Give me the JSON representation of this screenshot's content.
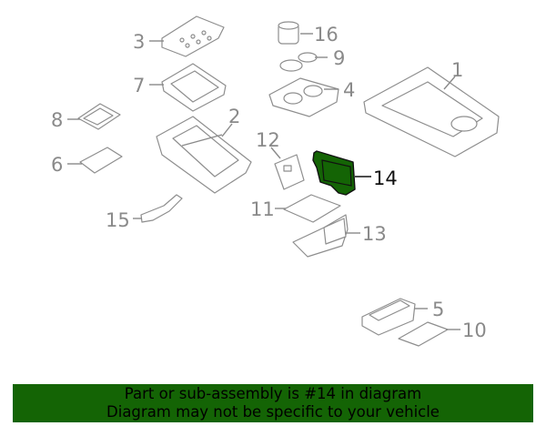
{
  "diagram": {
    "highlight_color": "#146405",
    "callouts": [
      {
        "id": "1",
        "label": "1"
      },
      {
        "id": "2",
        "label": "2"
      },
      {
        "id": "3",
        "label": "3"
      },
      {
        "id": "4",
        "label": "4"
      },
      {
        "id": "5",
        "label": "5"
      },
      {
        "id": "6",
        "label": "6"
      },
      {
        "id": "7",
        "label": "7"
      },
      {
        "id": "8",
        "label": "8"
      },
      {
        "id": "9",
        "label": "9"
      },
      {
        "id": "10",
        "label": "10"
      },
      {
        "id": "11",
        "label": "11"
      },
      {
        "id": "12",
        "label": "12"
      },
      {
        "id": "13",
        "label": "13"
      },
      {
        "id": "14",
        "label": "14"
      },
      {
        "id": "15",
        "label": "15"
      },
      {
        "id": "16",
        "label": "16"
      }
    ],
    "highlighted_part": "14"
  },
  "banner": {
    "line1": "Part or sub-assembly is #14 in diagram",
    "line2": "Diagram may not be specific to your vehicle"
  }
}
